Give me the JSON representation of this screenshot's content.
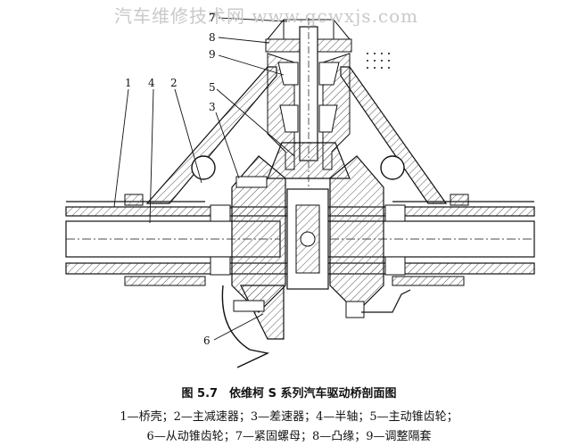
{
  "watermark": "汽车维修技术网 www.qcwxjs.com",
  "part_numbers": {
    "n1": "1",
    "n2": "2",
    "n3": "3",
    "n4": "4",
    "n5": "5",
    "n6": "6",
    "n7": "7",
    "n8": "8",
    "n9": "9"
  },
  "figure": {
    "caption": "图 5.7　依维柯 S 系列汽车驱动桥剖面图",
    "legend_line1": "1—桥壳；2—主减速器；3—差速器；4—半轴；5—主动锥齿轮；",
    "legend_line2": "6—从动锥齿轮；7—紧固螺母；8—凸缘；9—调整隔套"
  },
  "colors": {
    "line": "#111111",
    "hatch": "#555555",
    "watermark": "#c9c9c9"
  }
}
